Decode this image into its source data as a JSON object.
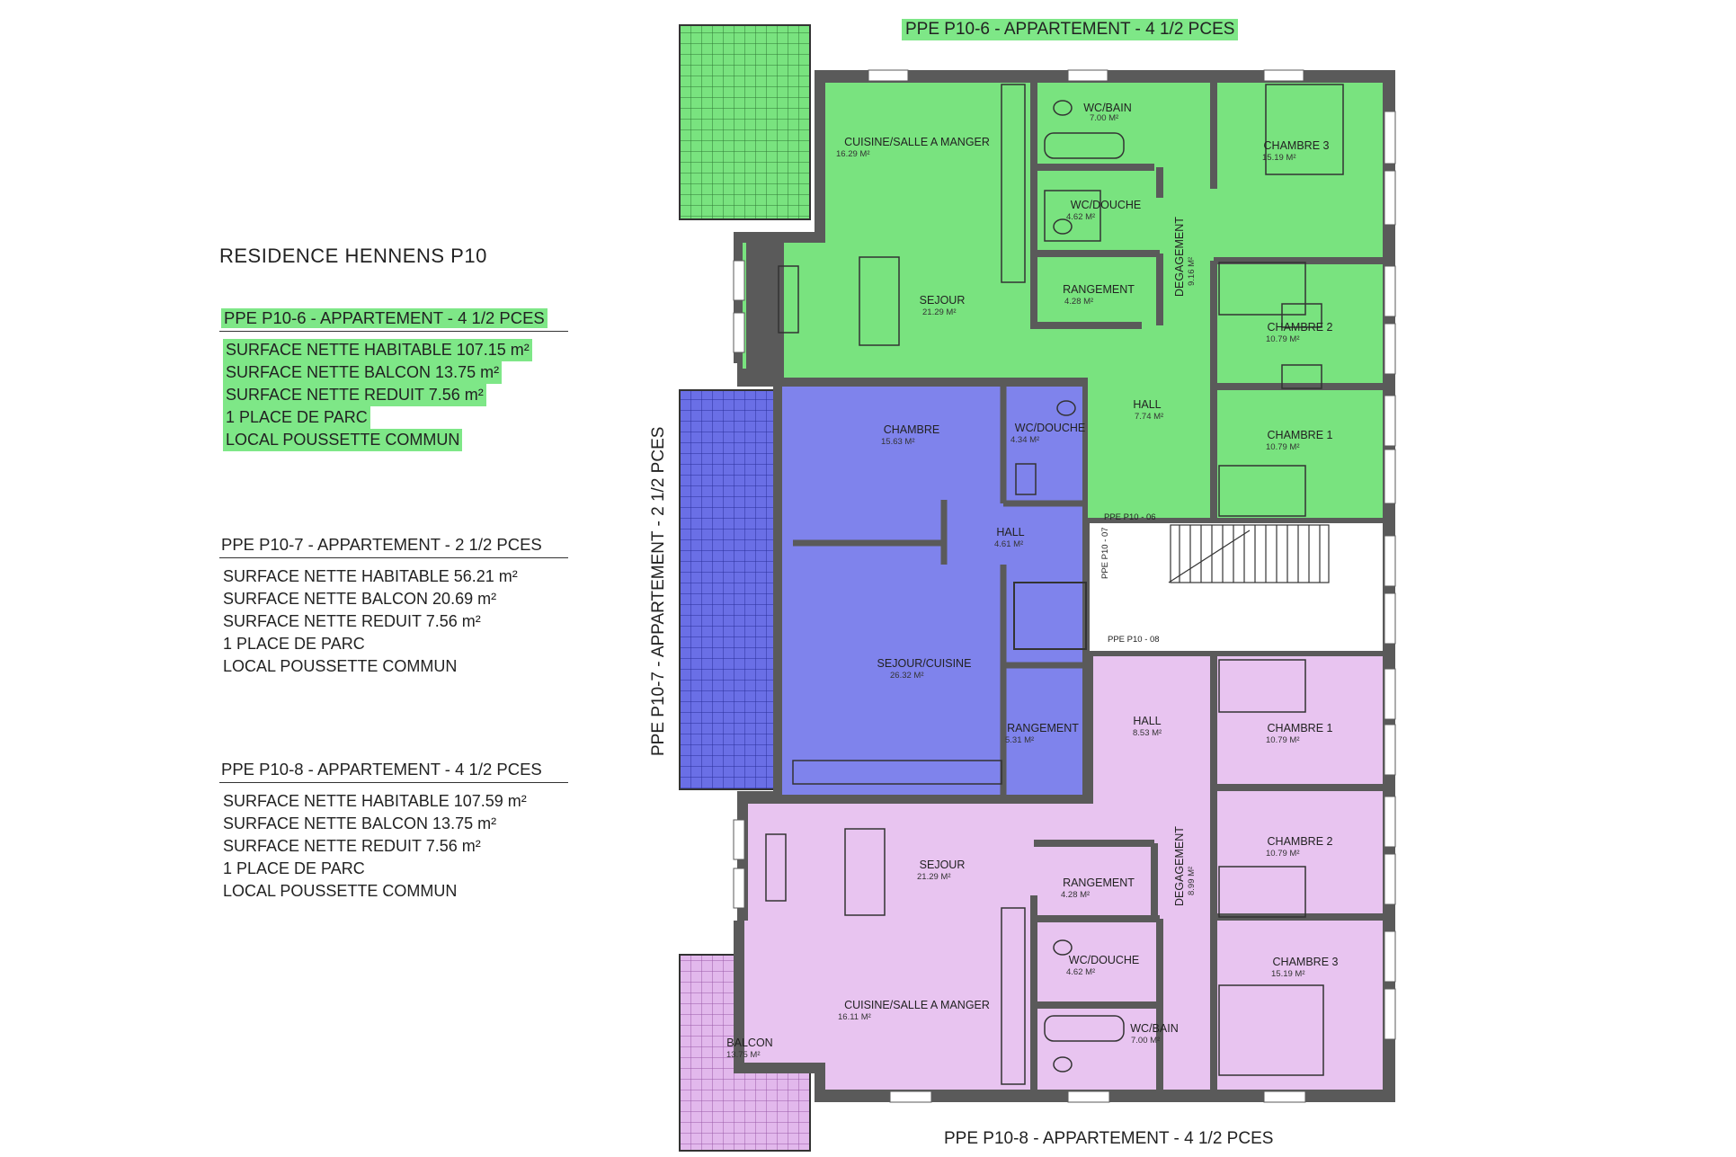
{
  "title": "RESIDENCE HENNENS P10",
  "apartments": [
    {
      "id": "p10_6",
      "heading": "PPE P10-6 - APPARTEMENT - 4 1/2 PCES",
      "color": "#79e37f",
      "highlighted": true,
      "lines": [
        "SURFACE  NETTE HABITABLE 107.15 m²",
        "SURFACE  NETTE BALCON 13.75 m²",
        "SURFACE  NETTE REDUIT  7.56 m²",
        "1 PLACE DE PARC",
        "LOCAL POUSSETTE COMMUN"
      ]
    },
    {
      "id": "p10_7",
      "heading": "PPE P10-7 - APPARTEMENT - 2 1/2 PCES",
      "color": "#7f83ec",
      "highlighted": false,
      "lines": [
        "SURFACE  NETTE HABITABLE 56.21 m²",
        "SURFACE  NETTE BALCON 20.69 m²",
        "SURFACE  NETTE REDUIT  7.56 m²",
        "1 PLACE DE PARC",
        "LOCAL POUSSETTE COMMUN"
      ]
    },
    {
      "id": "p10_8",
      "heading": "PPE P10-8 - APPARTEMENT - 4 1/2 PCES",
      "color": "#e8c4f0",
      "highlighted": false,
      "lines": [
        "SURFACE  NETTE HABITABLE 107.59 m²",
        "SURFACE  NETTE BALCON 13.75 m²",
        "SURFACE  NETTE REDUIT  7.56 m²",
        "1 PLACE DE PARC",
        "LOCAL POUSSETTE COMMUN"
      ]
    }
  ],
  "plan_labels": {
    "top": "PPE P10-6 - APPARTEMENT - 4 1/2 PCES",
    "side": "PPE P10-7 - APPARTEMENT - 2 1/2 PCES",
    "bottom": "PPE P10-8 - APPARTEMENT - 4 1/2 PCES"
  },
  "rooms": {
    "a6_cuisine": {
      "name": "CUISINE/SALLE A MANGER",
      "area": "16.29 M²"
    },
    "a6_wcbain": {
      "name": "WC/BAIN",
      "area": "7.00 M²"
    },
    "a6_chambre3": {
      "name": "CHAMBRE 3",
      "area": "15.19 M²"
    },
    "a6_wcdouche": {
      "name": "WC/DOUCHE",
      "area": "4.62 M²"
    },
    "a6_degagement": {
      "name": "DEGAGEMENT",
      "area": "9.16 M²"
    },
    "a6_sejour": {
      "name": "SEJOUR",
      "area": "21.29 M²"
    },
    "a6_rangement": {
      "name": "RANGEMENT",
      "area": "4.28 M²"
    },
    "a6_chambre2": {
      "name": "CHAMBRE 2",
      "area": "10.79 M²"
    },
    "a6_hall": {
      "name": "HALL",
      "area": "7.74 M²"
    },
    "a6_chambre1": {
      "name": "CHAMBRE 1",
      "area": "10.79 M²"
    },
    "a7_chambre": {
      "name": "CHAMBRE",
      "area": "15.63 M²"
    },
    "a7_wcdouche": {
      "name": "WC/DOUCHE",
      "area": "4.34 M²"
    },
    "a7_hall": {
      "name": "HALL",
      "area": "4.61 M²"
    },
    "a7_sejour": {
      "name": "SEJOUR/CUISINE",
      "area": "26.32 M²"
    },
    "a7_rangement": {
      "name": "RANGEMENT",
      "area": "5.31 M²"
    },
    "a8_hall": {
      "name": "HALL",
      "area": "8.53 M²"
    },
    "a8_chambre1": {
      "name": "CHAMBRE 1",
      "area": "10.79 M²"
    },
    "a8_sejour": {
      "name": "SEJOUR",
      "area": "21.29 M²"
    },
    "a8_rangement": {
      "name": "RANGEMENT",
      "area": "4.28 M²"
    },
    "a8_degagement": {
      "name": "DEGAGEMENT",
      "area": "8.99 M²"
    },
    "a8_chambre2": {
      "name": "CHAMBRE 2",
      "area": "10.79 M²"
    },
    "a8_wcdouche": {
      "name": "WC/DOUCHE",
      "area": "4.62 M²"
    },
    "a8_chambre3": {
      "name": "CHAMBRE 3",
      "area": "15.19 M²"
    },
    "a8_cuisine": {
      "name": "CUISINE/SALLE A MANGER",
      "area": "16.11 M²"
    },
    "a8_wcbain": {
      "name": "WC/BAIN",
      "area": "7.00 M²"
    },
    "a8_balcon": {
      "name": "BALCON",
      "area": "13.75 M²"
    }
  },
  "stair_labels": {
    "p06": "PPE P10 - 06",
    "p07": "PPE P10 - 07",
    "p08": "PPE P10 - 08"
  },
  "colors": {
    "green": "#79e37f",
    "blue": "#7f83ec",
    "pink": "#e8c4f0",
    "wall": "#5a5a5a",
    "highlight": "#7ee787"
  }
}
